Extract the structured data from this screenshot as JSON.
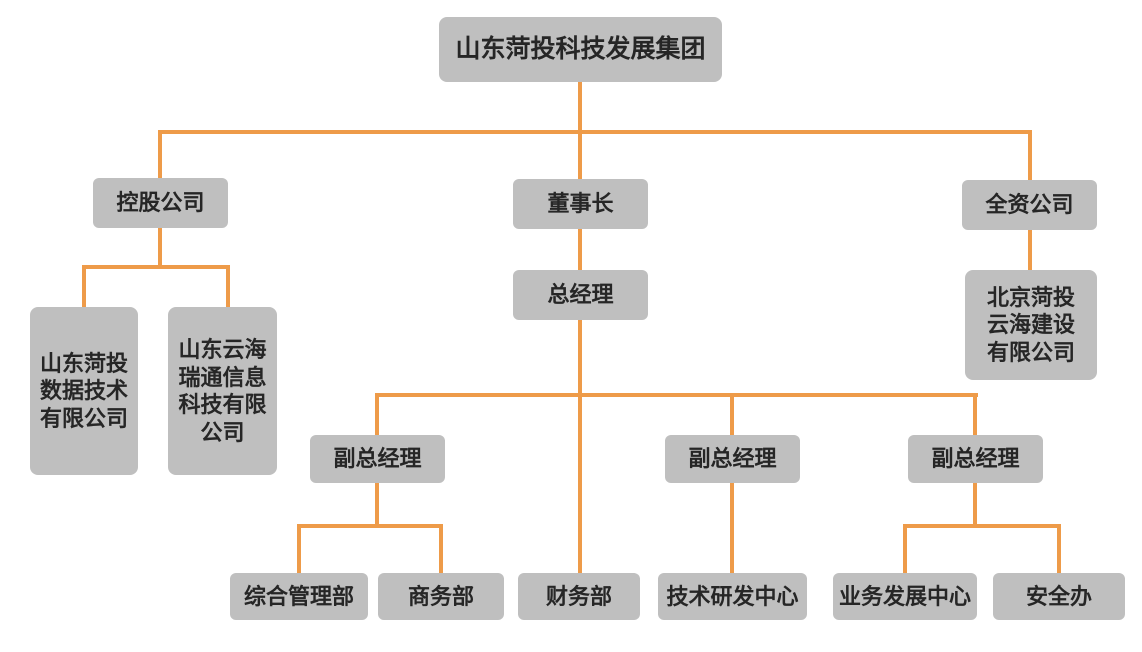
{
  "chart": {
    "type": "org-chart",
    "title": "山东菏投科技发展集团",
    "colors": {
      "connector": "#ee9b49",
      "node_fill": "#bfbfbf",
      "node_text": "#262626",
      "background": "#ffffff"
    },
    "nodes": [
      {
        "id": "root",
        "label": "山东菏投科技发展集团"
      },
      {
        "id": "holding",
        "label": "控股公司"
      },
      {
        "id": "chairman",
        "label": "董事长"
      },
      {
        "id": "wholly",
        "label": "全资公司"
      },
      {
        "id": "gm",
        "label": "总经理"
      },
      {
        "id": "datatech",
        "label": "山东菏投数据技术有限公司"
      },
      {
        "id": "ruitong",
        "label": "山东云海瑞通信息科技有限公司"
      },
      {
        "id": "beijing",
        "label": "北京菏投云海建设有限公司"
      },
      {
        "id": "dgm1",
        "label": "副总经理"
      },
      {
        "id": "dgm2",
        "label": "副总经理"
      },
      {
        "id": "dgm3",
        "label": "副总经理"
      },
      {
        "id": "admin",
        "label": "综合管理部"
      },
      {
        "id": "business",
        "label": "商务部"
      },
      {
        "id": "finance",
        "label": "财务部"
      },
      {
        "id": "rnd",
        "label": "技术研发中心"
      },
      {
        "id": "bizdev",
        "label": "业务发展中心"
      },
      {
        "id": "safety",
        "label": "安全办"
      }
    ],
    "edges": [
      {
        "from": "root",
        "to": "holding"
      },
      {
        "from": "root",
        "to": "chairman"
      },
      {
        "from": "root",
        "to": "wholly"
      },
      {
        "from": "holding",
        "to": "datatech"
      },
      {
        "from": "holding",
        "to": "ruitong"
      },
      {
        "from": "chairman",
        "to": "gm"
      },
      {
        "from": "wholly",
        "to": "beijing"
      },
      {
        "from": "gm",
        "to": "dgm1"
      },
      {
        "from": "gm",
        "to": "dgm2"
      },
      {
        "from": "gm",
        "to": "dgm3"
      },
      {
        "from": "gm",
        "to": "finance"
      },
      {
        "from": "dgm1",
        "to": "admin"
      },
      {
        "from": "dgm1",
        "to": "business"
      },
      {
        "from": "dgm2",
        "to": "rnd"
      },
      {
        "from": "dgm3",
        "to": "bizdev"
      },
      {
        "from": "dgm3",
        "to": "safety"
      }
    ]
  }
}
